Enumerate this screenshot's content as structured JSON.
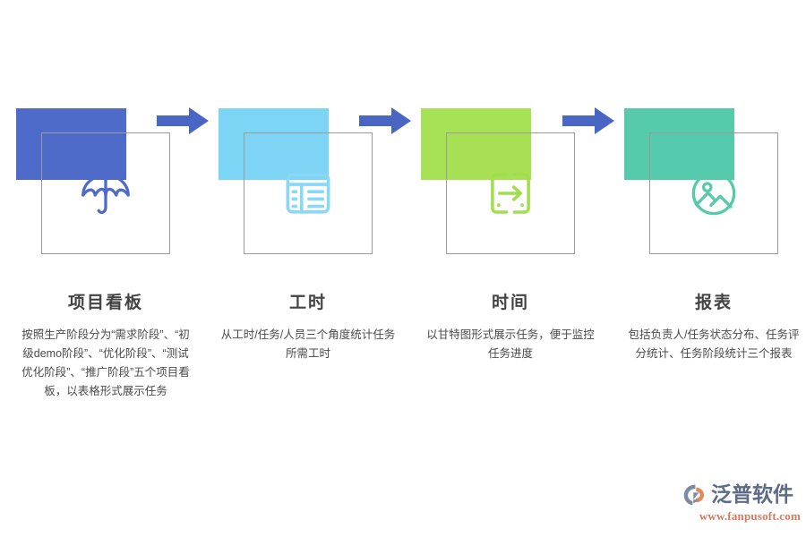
{
  "colors": {
    "arrow": "#4a66c4",
    "title_text": "#434343",
    "body_text": "#4a4a4a",
    "frame_border": "#9a9a9a",
    "logo_text": "#5d6b86",
    "logo_url": "#d9795c",
    "logo_accent": "#e08a5a",
    "background": "#ffffff"
  },
  "steps": [
    {
      "id": "project-board",
      "color": "#4f6bca",
      "tint": "rgba(79,107,202,0.26)",
      "icon": "umbrella-icon",
      "title": "项目看板",
      "description": "按照生产阶段分为“需求阶段”、“初级demo阶段”、“优化阶段”、“测试优化阶段”、“推广阶段”五个项目看板，以表格形式展示任务"
    },
    {
      "id": "work-hours",
      "color": "#7dd5f5",
      "tint": "rgba(125,213,245,0.30)",
      "icon": "list-layout-icon",
      "title": "工时",
      "description": "从工时/任务/人员三个角度统计任务所需工时"
    },
    {
      "id": "time",
      "color": "#a7e155",
      "tint": "rgba(167,225,85,0.32)",
      "icon": "transfer-arrow-icon",
      "title": "时间",
      "description": "以甘特图形式展示任务，便于监控任务进度"
    },
    {
      "id": "report",
      "color": "#55cbac",
      "tint": "rgba(85,203,172,0.30)",
      "icon": "image-circle-icon",
      "title": "报表",
      "description": "包括负责人/任务状态分布、任务评分统计、任务阶段统计三个报表"
    }
  ],
  "arrows": [
    {
      "name": "arrow-connector-1"
    },
    {
      "name": "arrow-connector-2"
    },
    {
      "name": "arrow-connector-3"
    }
  ],
  "logo": {
    "mark": "fanpu-logo-mark",
    "name": "泛普软件",
    "url": "www.fanpusoft.com"
  }
}
